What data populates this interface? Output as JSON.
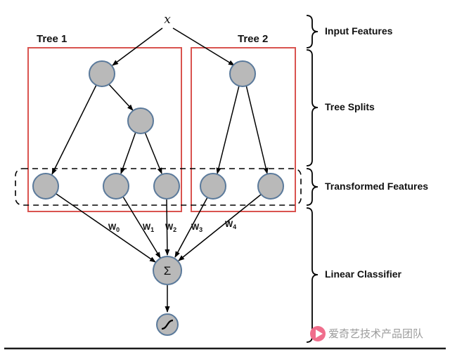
{
  "diagram": {
    "input_label": "x",
    "trees": [
      {
        "label": "Tree 1"
      },
      {
        "label": "Tree 2"
      }
    ],
    "sum_symbol": "Σ",
    "weights": [
      {
        "base": "W",
        "sub": "0"
      },
      {
        "base": "W",
        "sub": "1"
      },
      {
        "base": "W",
        "sub": "2"
      },
      {
        "base": "W",
        "sub": "3"
      },
      {
        "base": "W",
        "sub": "4"
      }
    ],
    "annotations": [
      {
        "label": "Input Features"
      },
      {
        "label": "Tree Splits"
      },
      {
        "label": "Transformed Features"
      },
      {
        "label": "Linear Classifier"
      }
    ],
    "colors": {
      "node_fill": "#b9b9b9",
      "node_stroke": "#5b7a9b",
      "tree_box": "#d9534f",
      "arrow": "#000000"
    }
  },
  "watermark": {
    "text": "爱奇艺技术产品团队",
    "logo_color": "#f06e8c"
  }
}
